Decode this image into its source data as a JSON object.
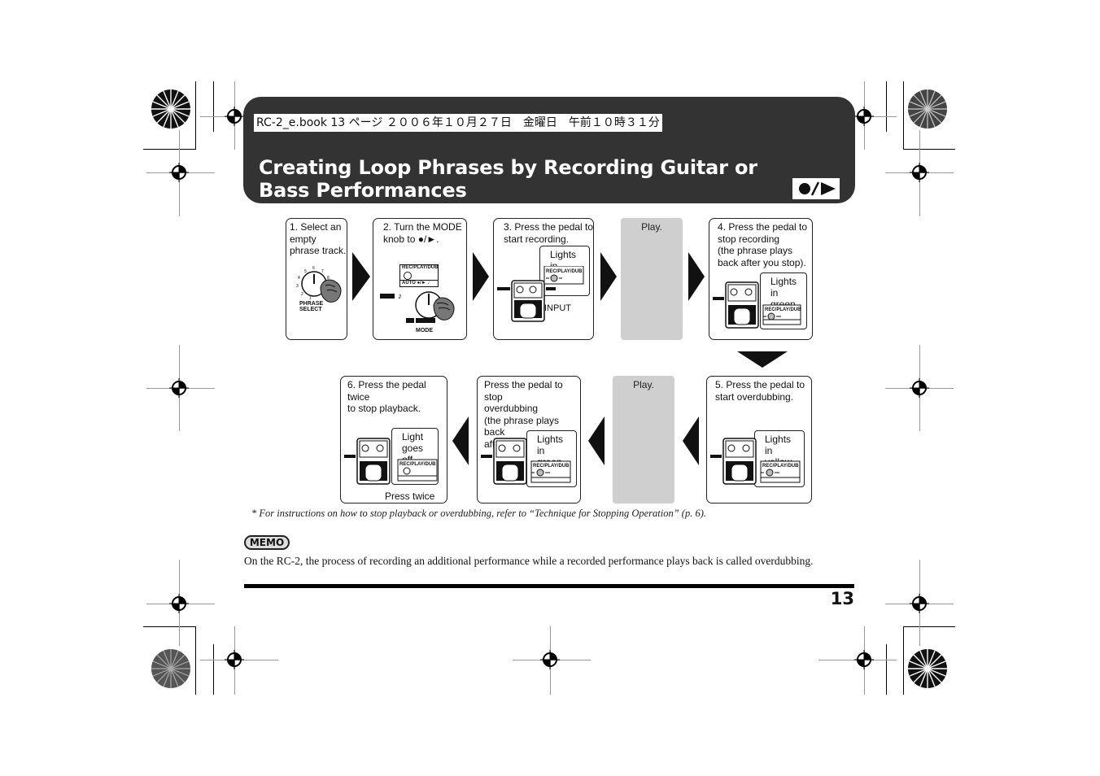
{
  "header": {
    "meta_line": "RC-2_e.book  13 ページ  ２００６年１０月２７日　金曜日　午前１０時３１分",
    "title": "Creating Loop Phrases by Recording Guitar or Bass Performances",
    "mode_icon": "record-play-icon"
  },
  "steps": {
    "s1": "1. Select an\n    empty\n    phrase track.",
    "s1_knob_label": "PHRASE\nSELECT",
    "s2": "2. Turn the MODE\n    knob to ●/►.",
    "s2_panel": "REC/PLAY/DUB",
    "s2_panel_sub": "AUTO  ●/►  ♩",
    "s2_knob_label": "MODE",
    "s3": "3. Press the pedal to\n    start recording.",
    "s3_callout": "Lights in\nred",
    "s3_input": "INPUT",
    "play_a": "Play.",
    "s4": "4. Press the pedal to\n    stop recording\n    (the phrase plays\n    back after you stop).",
    "s4_callout": "Lights in\ngreen",
    "s5": "5. Press the pedal to\n    start overdubbing.",
    "s5_callout": "Lights in\nyellow",
    "play_b": "Play.",
    "s_stop": "Press the pedal to stop\noverdubbing\n(the phrase plays back\nafter you stop).",
    "s_stop_callout": "Lights in\ngreen",
    "s6": "6. Press the pedal twice\n    to stop playback.",
    "s6_callout": "Light goes\noff",
    "s6_press": "Press twice"
  },
  "footnote": "*   For instructions on how to stop playback or overdubbing, refer to “Technique for Stopping Operation” (p. 6).",
  "memo": {
    "badge": "MEMO",
    "text": "On the RC-2, the process of recording an additional performance while a recorded performance plays back is called overdubbing."
  },
  "page_number": "13",
  "colors": {
    "header_band": "#333333",
    "play_box": "#cfcfcf",
    "ink": "#111111"
  }
}
